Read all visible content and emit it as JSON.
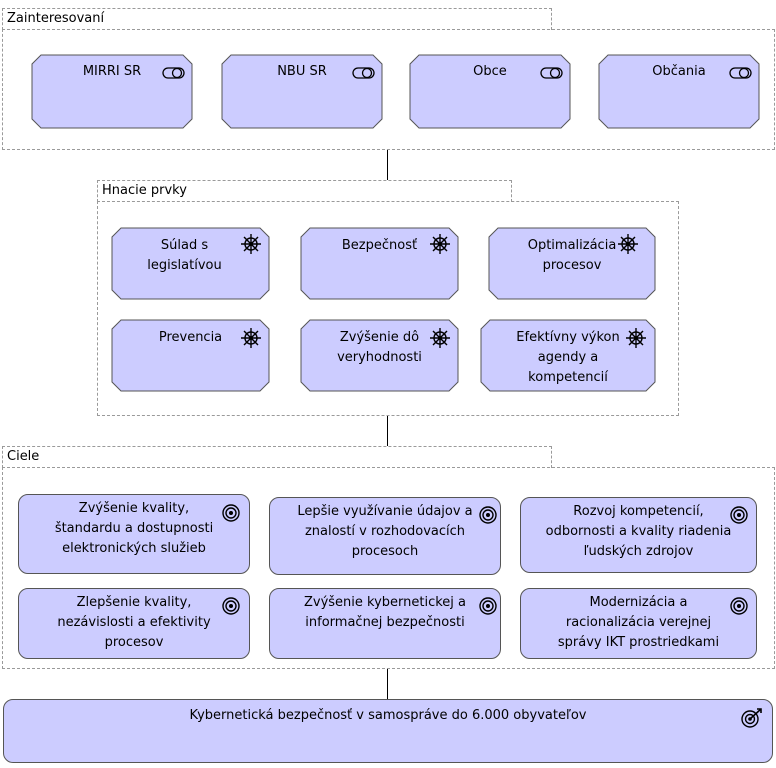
{
  "groups": {
    "stakeholders": {
      "title": "Zainteresovaní"
    },
    "drivers": {
      "title": "Hnacie prvky"
    },
    "goals": {
      "title": "Ciele"
    }
  },
  "stakeholders": [
    {
      "label": "MIRRI SR",
      "icon": "stakeholder-icon"
    },
    {
      "label": "NBU SR",
      "icon": "stakeholder-icon"
    },
    {
      "label": "Obce",
      "icon": "stakeholder-icon"
    },
    {
      "label": "Občania",
      "icon": "stakeholder-icon"
    }
  ],
  "drivers": [
    {
      "label": "Súlad s legislatívou",
      "icon": "driver-wheel-icon"
    },
    {
      "label": "Bezpečnosť",
      "icon": "driver-wheel-icon"
    },
    {
      "label": "Optimalizácia procesov",
      "icon": "driver-wheel-icon"
    },
    {
      "label": "Prevencia",
      "icon": "driver-wheel-icon"
    },
    {
      "label": "Zvýšenie dôveryhodnosti",
      "icon": "driver-wheel-icon"
    },
    {
      "label": "Efektívny výkon agendy a kompetencií",
      "icon": "driver-wheel-icon"
    }
  ],
  "goals": [
    {
      "label": "Zvýšenie kvality, štandardu a dostupnosti elektronických služieb",
      "icon": "goal-target-icon"
    },
    {
      "label": "Lepšie využívanie údajov a znalostí v rozhodovacích procesoch",
      "icon": "goal-target-icon"
    },
    {
      "label": "Rozvoj kompetencií, odbornosti a kvality riadenia ľudských zdrojov",
      "icon": "goal-target-icon"
    },
    {
      "label": "Zlepšenie kvality, nezávislosti a efektivity procesov",
      "icon": "goal-target-icon"
    },
    {
      "label": "Zvýšenie kybernetickej a informačnej bezpečnosti",
      "icon": "goal-target-icon"
    },
    {
      "label": "Modernizácia a racionalizácia verejnej správy IKT prostriedkami",
      "icon": "goal-target-icon"
    }
  ],
  "outcome": {
    "label": "Kybernetická bezpečnosť v samospráve do 6.000 obyvateľov",
    "icon": "outcome-arrow-target-icon"
  }
}
